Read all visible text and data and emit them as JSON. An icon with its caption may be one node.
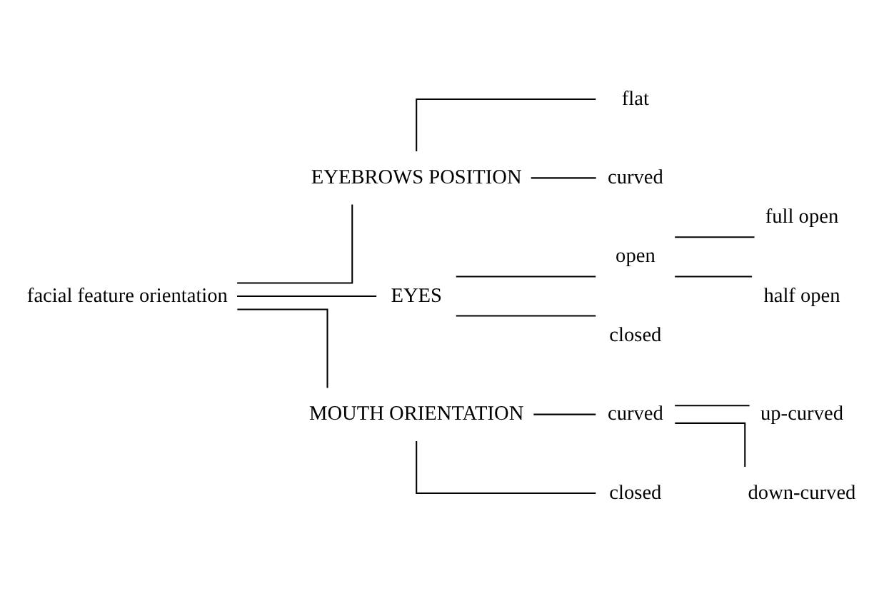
{
  "diagram": {
    "nodes": [
      {
        "text": [
          "facial feature orientation"
        ]
      },
      {
        "text": [
          "EYEBROWS POSITION"
        ]
      },
      {
        "text": [
          "flat"
        ]
      },
      {
        "text": [
          "curved"
        ]
      },
      {
        "text": [
          "EYES"
        ]
      },
      {
        "text": [
          "open"
        ]
      },
      {
        "text": [
          "full open"
        ]
      },
      {
        "text": [
          "half open"
        ]
      },
      {
        "text": [
          "closed"
        ]
      },
      {
        "text": [
          "MOUTH ORIENTATION"
        ]
      },
      {
        "text": [
          "curved"
        ]
      },
      {
        "text": [
          "up-curved"
        ]
      },
      {
        "text": [
          "down-curved"
        ]
      },
      {
        "text": [
          "closed"
        ]
      }
    ],
    "edges": [
      {
        "from": 0,
        "to": 1,
        "arrow": "none"
      },
      {
        "from": 0,
        "to": 4,
        "arrow": "none"
      },
      {
        "from": 0,
        "to": 9,
        "arrow": "none"
      },
      {
        "from": 1,
        "to": 2,
        "arrow": "none"
      },
      {
        "from": 1,
        "to": 3,
        "arrow": "none"
      },
      {
        "from": 4,
        "to": 5,
        "arrow": "none"
      },
      {
        "from": 4,
        "to": 8,
        "arrow": "none"
      },
      {
        "from": 5,
        "to": 6,
        "arrow": "none"
      },
      {
        "from": 5,
        "to": 7,
        "arrow": "none"
      },
      {
        "from": 9,
        "to": 10,
        "arrow": "none"
      },
      {
        "from": 9,
        "to": 13,
        "arrow": "none"
      },
      {
        "from": 10,
        "to": 11,
        "arrow": "none"
      },
      {
        "from": 10,
        "to": 12,
        "arrow": "none"
      }
    ]
  }
}
